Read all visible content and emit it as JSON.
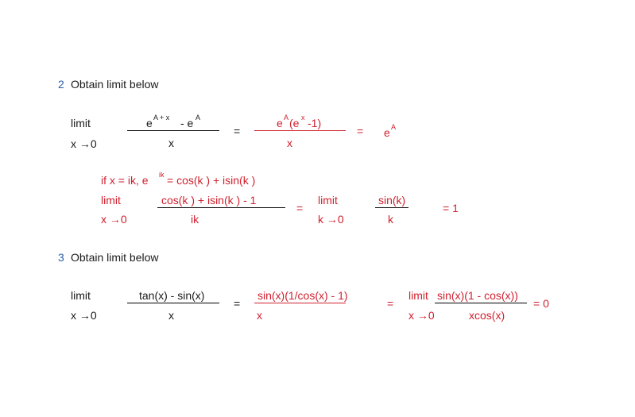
{
  "problems": [
    {
      "number": "2",
      "title": "Obtain limit below",
      "lim": "limit",
      "lim_sub": "x →0",
      "num_base": "e",
      "num_exp1": "A + x",
      "num_minus": "- e",
      "num_exp2": "A",
      "den": "x",
      "eq1": "=",
      "step_num_base": "e",
      "step_num_exp": "A",
      "step_num_paren": "(e",
      "step_num_exp2": "x",
      "step_num_tail": "-1)",
      "step_den": "x",
      "eq2": "=",
      "result_base": "e",
      "result_exp": "A",
      "aside": {
        "condition_prefix": "if x = ik,   e",
        "condition_exp": "ik",
        "condition_suffix": " = cos(k ) + isin(k )",
        "lim": "limit",
        "lim_sub": "x →0",
        "num": "cos(k ) + isin(k ) - 1",
        "den": "ik",
        "eq1": "=",
        "lim2": "limit",
        "lim2_sub": "k →0",
        "num2": "sin(k)",
        "den2": "k",
        "result": "= 1"
      }
    },
    {
      "number": "3",
      "title": "Obtain limit below",
      "lim": "limit",
      "lim_sub": "x →0",
      "num": "tan(x) - sin(x)",
      "den": "x",
      "eq1": "=",
      "step_num": "sin(x)(1/cos(x) - 1)",
      "step_den": "x",
      "eq2": "=",
      "lim2": "limit",
      "lim2_sub": "x →0",
      "num2": "sin(x)(1 - cos(x))",
      "den2": "xcos(x)",
      "result": "= 0"
    }
  ]
}
